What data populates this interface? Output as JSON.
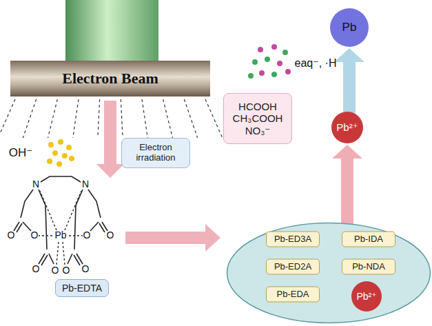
{
  "diagram": {
    "nodes": [
      {
        "text": [
          "Electron Beam"
        ]
      },
      {
        "text": [
          "Electron irradiation"
        ]
      },
      {
        "text": [
          "Pb-EDTA"
        ]
      },
      {
        "text": []
      },
      {
        "text": [
          "Pb-ED3A"
        ],
        "in": 3
      },
      {
        "text": [
          "Pb-IDA"
        ],
        "in": 3
      },
      {
        "text": [
          "Pb-ED2A"
        ],
        "in": 3
      },
      {
        "text": [
          "Pb-NDA"
        ],
        "in": 3
      },
      {
        "text": [
          "Pb-EDA"
        ],
        "in": 3
      },
      {
        "text": [
          "Pb²⁺"
        ],
        "in": 3
      },
      {
        "text": [
          "HCOOH",
          "CH₃COOH",
          "NO₃⁻"
        ]
      },
      {
        "text": [
          "Pb²⁺"
        ]
      },
      {
        "text": [
          "Pb"
        ]
      }
    ],
    "edges": [
      {
        "from": 3,
        "to": 11,
        "arrow": "to"
      },
      {
        "from": 11,
        "to": 12,
        "arrow": "to"
      }
    ],
    "labels": [
      "OH⁻",
      "eaq⁻, ·H",
      "N",
      "N",
      "Pb",
      "O",
      "O",
      "O",
      "O",
      "O",
      "O",
      "O",
      "O"
    ]
  }
}
